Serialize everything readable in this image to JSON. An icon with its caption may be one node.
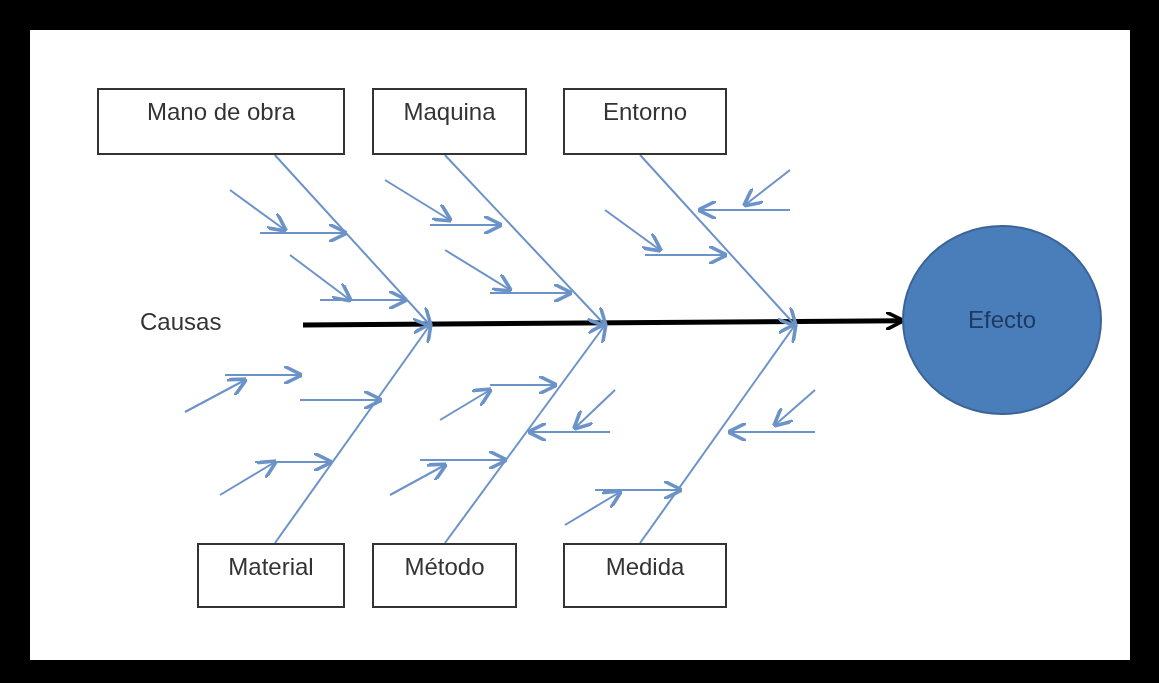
{
  "diagram": {
    "nodes": [
      {
        "text": [
          "Mano de obra"
        ]
      },
      {
        "text": [
          "Maquina"
        ]
      },
      {
        "text": [
          "Entorno"
        ]
      },
      {
        "text": [
          "Material"
        ]
      },
      {
        "text": [
          "Método"
        ]
      },
      {
        "text": [
          "Medida"
        ]
      },
      {
        "text": [
          "Efecto"
        ]
      }
    ],
    "edges": [
      {
        "from": null,
        "to": 6,
        "arrow": "to",
        "style": "thick",
        "color": "#000000"
      },
      {
        "from": 0,
        "to": null,
        "arrow": "to"
      },
      {
        "from": 1,
        "to": null,
        "arrow": "to"
      },
      {
        "from": 2,
        "to": null,
        "arrow": "to"
      },
      {
        "from": 3,
        "to": null,
        "arrow": "to"
      },
      {
        "from": 4,
        "to": null,
        "arrow": "to"
      },
      {
        "from": 5,
        "to": null,
        "arrow": "to"
      }
    ],
    "labels": [
      "Causas"
    ]
  }
}
